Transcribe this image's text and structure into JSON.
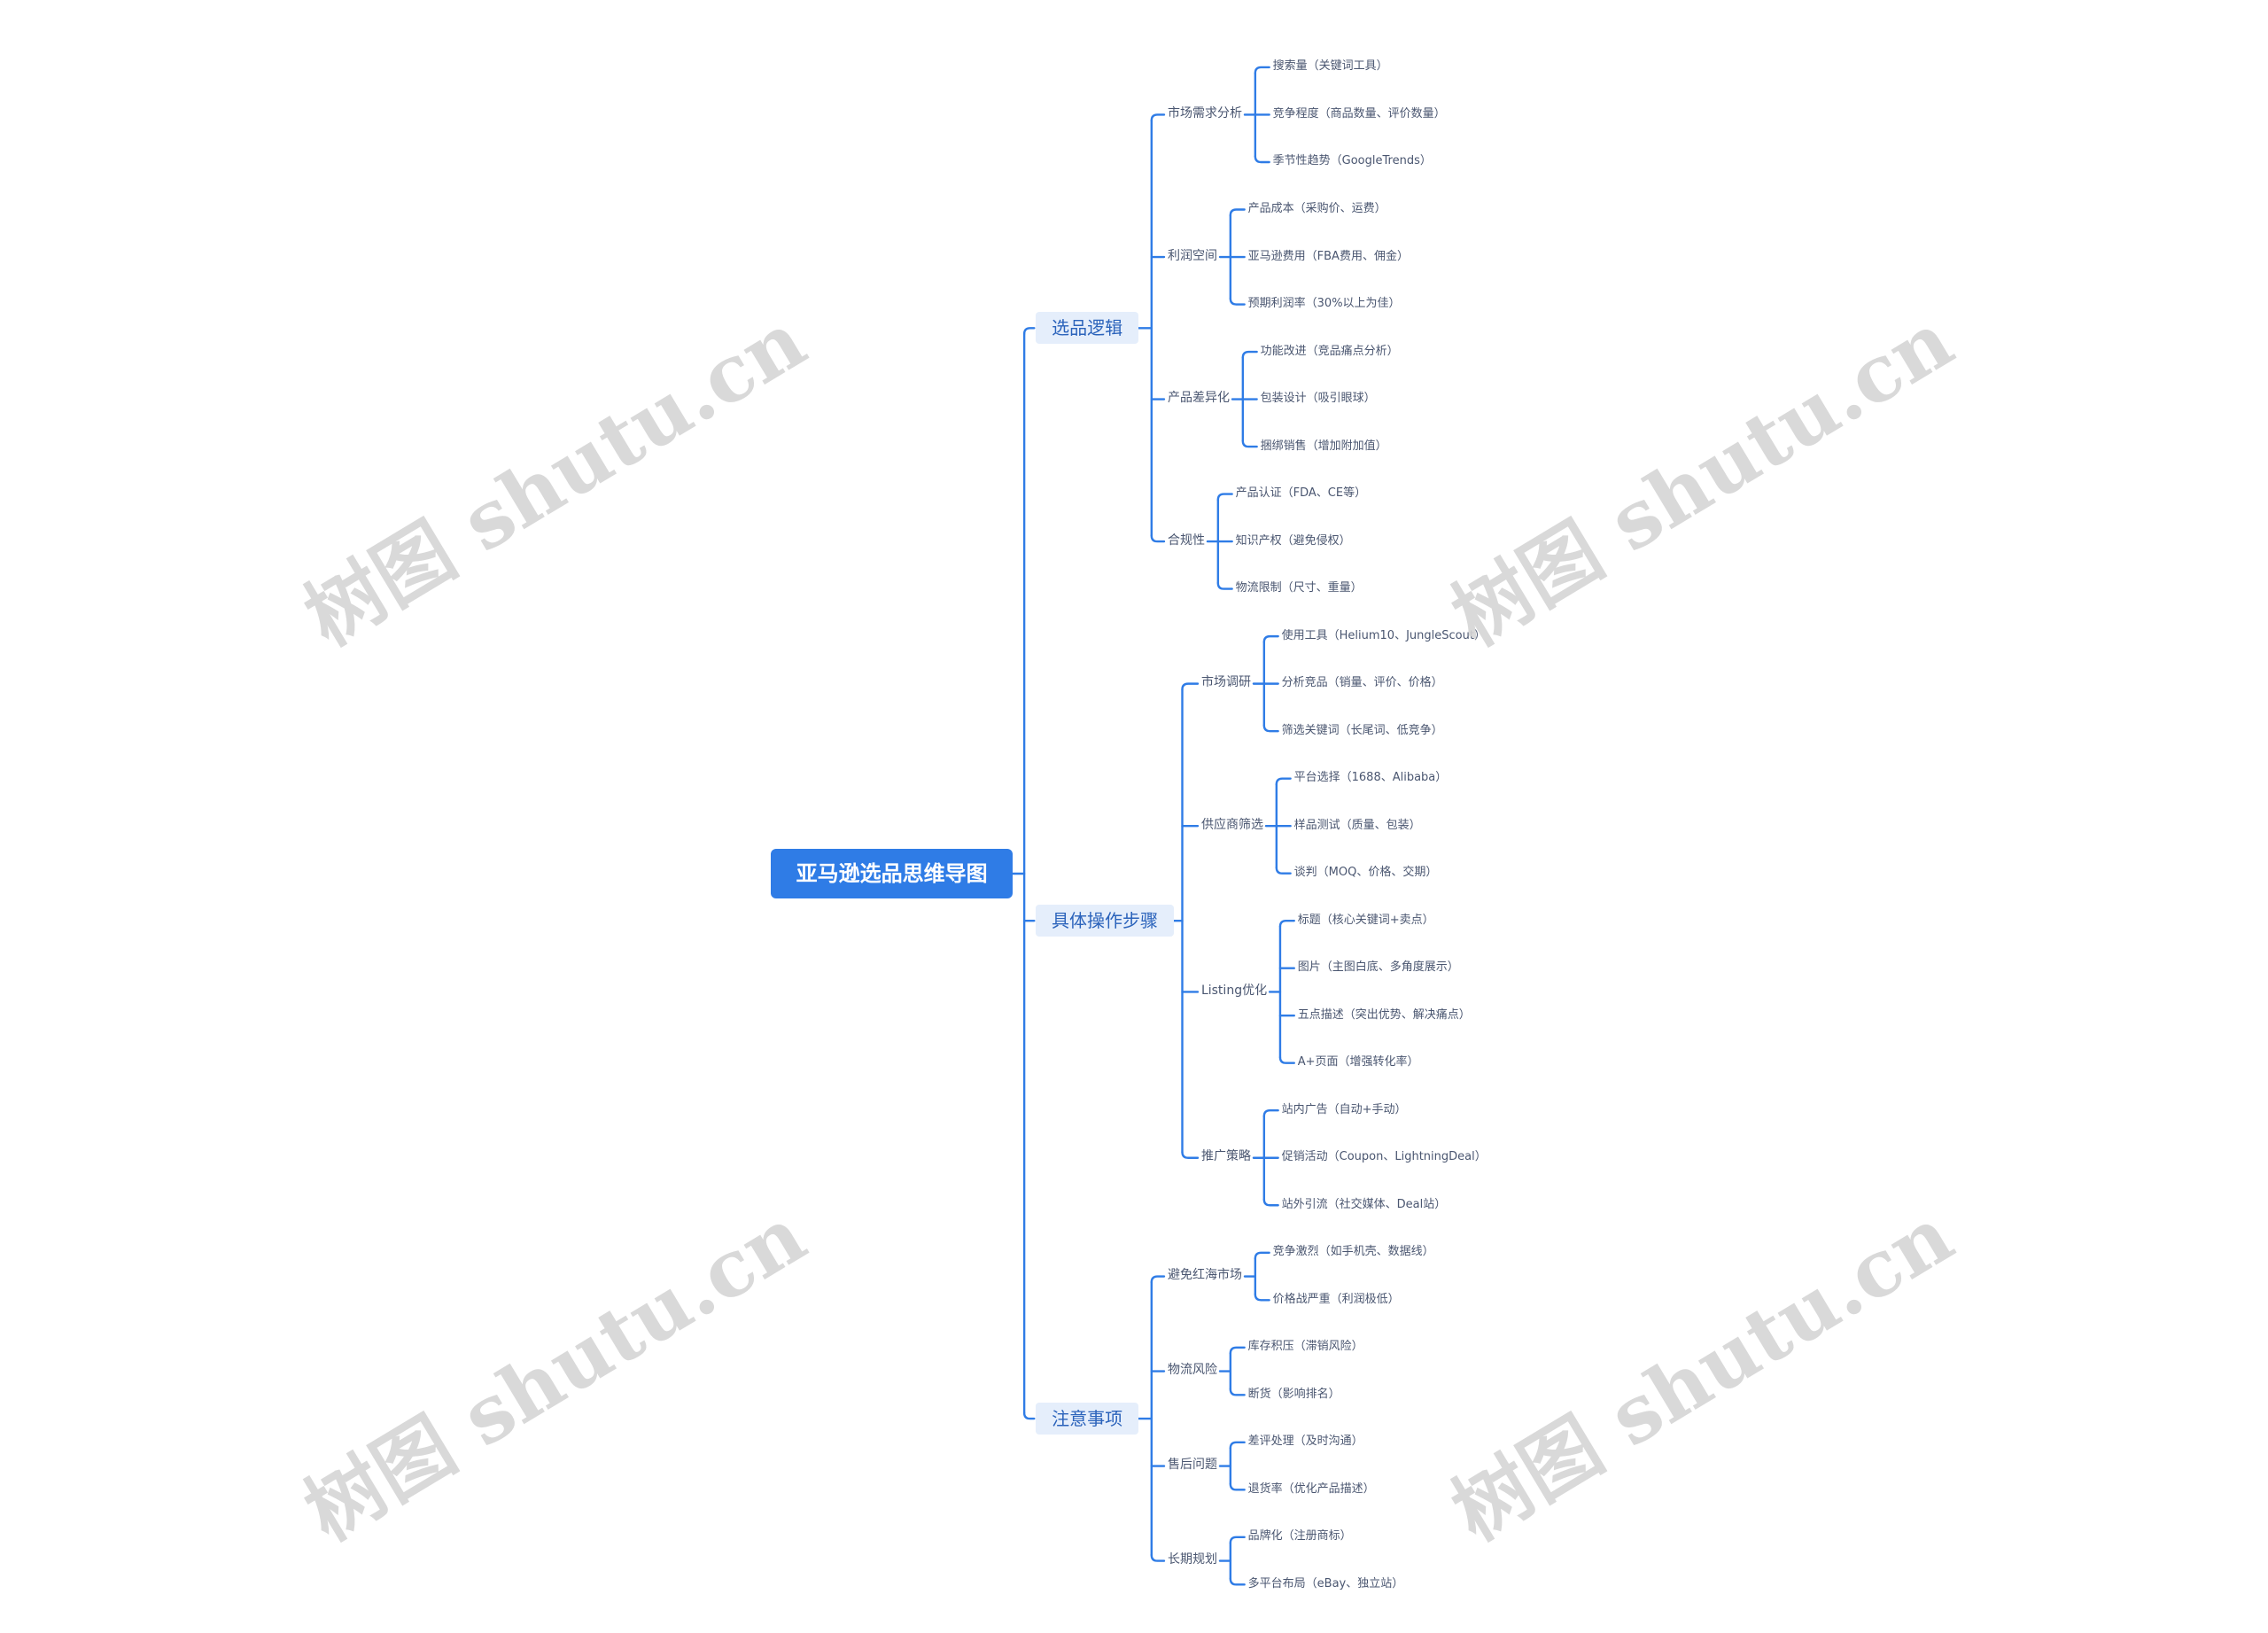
{
  "colors": {
    "line": "#2f7ce6",
    "root_bg": "#2f7ce6",
    "l1_bg": "#e5eefb",
    "l1_text": "#2b63bb",
    "text": "#4a5670",
    "watermark": "#d5d5d5"
  },
  "watermark": "树图 shutu.cn",
  "root": {
    "label": "亚马逊选品思维导图",
    "children": [
      {
        "label": "选品逻辑",
        "children": [
          {
            "label": "市场需求分析",
            "children": [
              "搜索量（关键词工具）",
              "竞争程度（商品数量、评价数量）",
              "季节性趋势（GoogleTrends）"
            ]
          },
          {
            "label": "利润空间",
            "children": [
              "产品成本（采购价、运费）",
              "亚马逊费用（FBA费用、佣金）",
              "预期利润率（30%以上为佳）"
            ]
          },
          {
            "label": "产品差异化",
            "children": [
              "功能改进（竞品痛点分析）",
              "包装设计（吸引眼球）",
              "捆绑销售（增加附加值）"
            ]
          },
          {
            "label": "合规性",
            "children": [
              "产品认证（FDA、CE等）",
              "知识产权（避免侵权）",
              "物流限制（尺寸、重量）"
            ]
          }
        ]
      },
      {
        "label": "具体操作步骤",
        "children": [
          {
            "label": "市场调研",
            "children": [
              "使用工具（Helium10、JungleScout）",
              "分析竞品（销量、评价、价格）",
              "筛选关键词（长尾词、低竞争）"
            ]
          },
          {
            "label": "供应商筛选",
            "children": [
              "平台选择（1688、Alibaba）",
              "样品测试（质量、包装）",
              "谈判（MOQ、价格、交期）"
            ]
          },
          {
            "label": "Listing优化",
            "children": [
              "标题（核心关键词+卖点）",
              "图片（主图白底、多角度展示）",
              "五点描述（突出优势、解决痛点）",
              "A+页面（增强转化率）"
            ]
          },
          {
            "label": "推广策略",
            "children": [
              "站内广告（自动+手动）",
              "促销活动（Coupon、LightningDeal）",
              "站外引流（社交媒体、Deal站）"
            ]
          }
        ]
      },
      {
        "label": "注意事项",
        "children": [
          {
            "label": "避免红海市场",
            "children": [
              "竞争激烈（如手机壳、数据线）",
              "价格战严重（利润极低）"
            ]
          },
          {
            "label": "物流风险",
            "children": [
              "库存积压（滞销风险）",
              "断货（影响排名）"
            ]
          },
          {
            "label": "售后问题",
            "children": [
              "差评处理（及时沟通）",
              "退货率（优化产品描述）"
            ]
          },
          {
            "label": "长期规划",
            "children": [
              "品牌化（注册商标）",
              "多平台布局（eBay、独立站）"
            ]
          }
        ]
      }
    ]
  }
}
